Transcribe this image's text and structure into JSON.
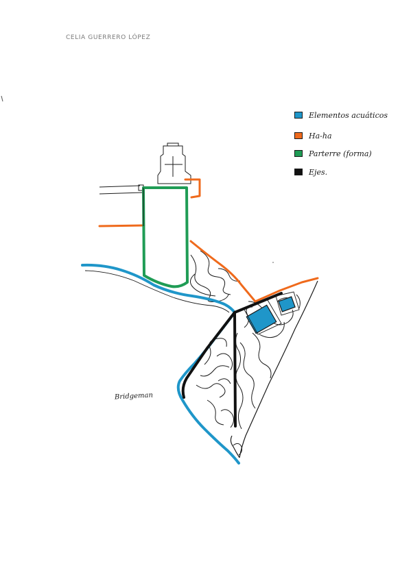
{
  "author": "CELIA GUERRERO LÓPEZ",
  "plan_label": "Bridgeman",
  "legend": {
    "items": [
      {
        "label": "Elementos acuáticos",
        "color": "#1f96c9",
        "icon": "water-swatch"
      },
      {
        "label": "Ha-ha",
        "color": "#ef6a1c",
        "icon": "haha-swatch"
      },
      {
        "label": "Parterre (forma)",
        "color": "#1f9c55",
        "icon": "parterre-swatch"
      },
      {
        "label": "Ejes.",
        "color": "#111111",
        "icon": "axes-swatch"
      }
    ]
  },
  "colors": {
    "water": "#1f96c9",
    "haha": "#ef6a1c",
    "parterre": "#1f9c55",
    "axes": "#111111",
    "ink": "#1a1a1a"
  }
}
